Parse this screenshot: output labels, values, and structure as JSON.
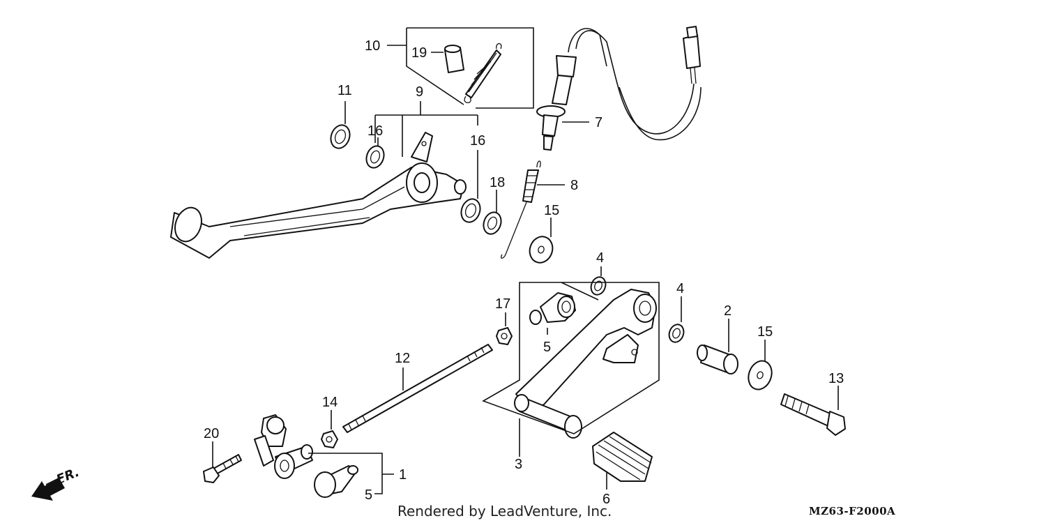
{
  "labels": {
    "l1": "1",
    "l2": "2",
    "l3": "3",
    "l4a": "4",
    "l4b": "4",
    "l5a": "5",
    "l5b": "5",
    "l6": "6",
    "l7": "7",
    "l8": "8",
    "l9": "9",
    "l10": "10",
    "l11": "11",
    "l12": "12",
    "l13": "13",
    "l14": "14",
    "l15a": "15",
    "l15b": "15",
    "l16a": "16",
    "l16b": "16",
    "l17": "17",
    "l18": "18",
    "l19": "19",
    "l20": "20"
  },
  "footer": {
    "credit": "Rendered by LeadVenture, Inc.",
    "code": "MZ63-F2000A",
    "direction": "FR."
  },
  "icons": {
    "front_arrow": "arrow-left-down-icon"
  }
}
